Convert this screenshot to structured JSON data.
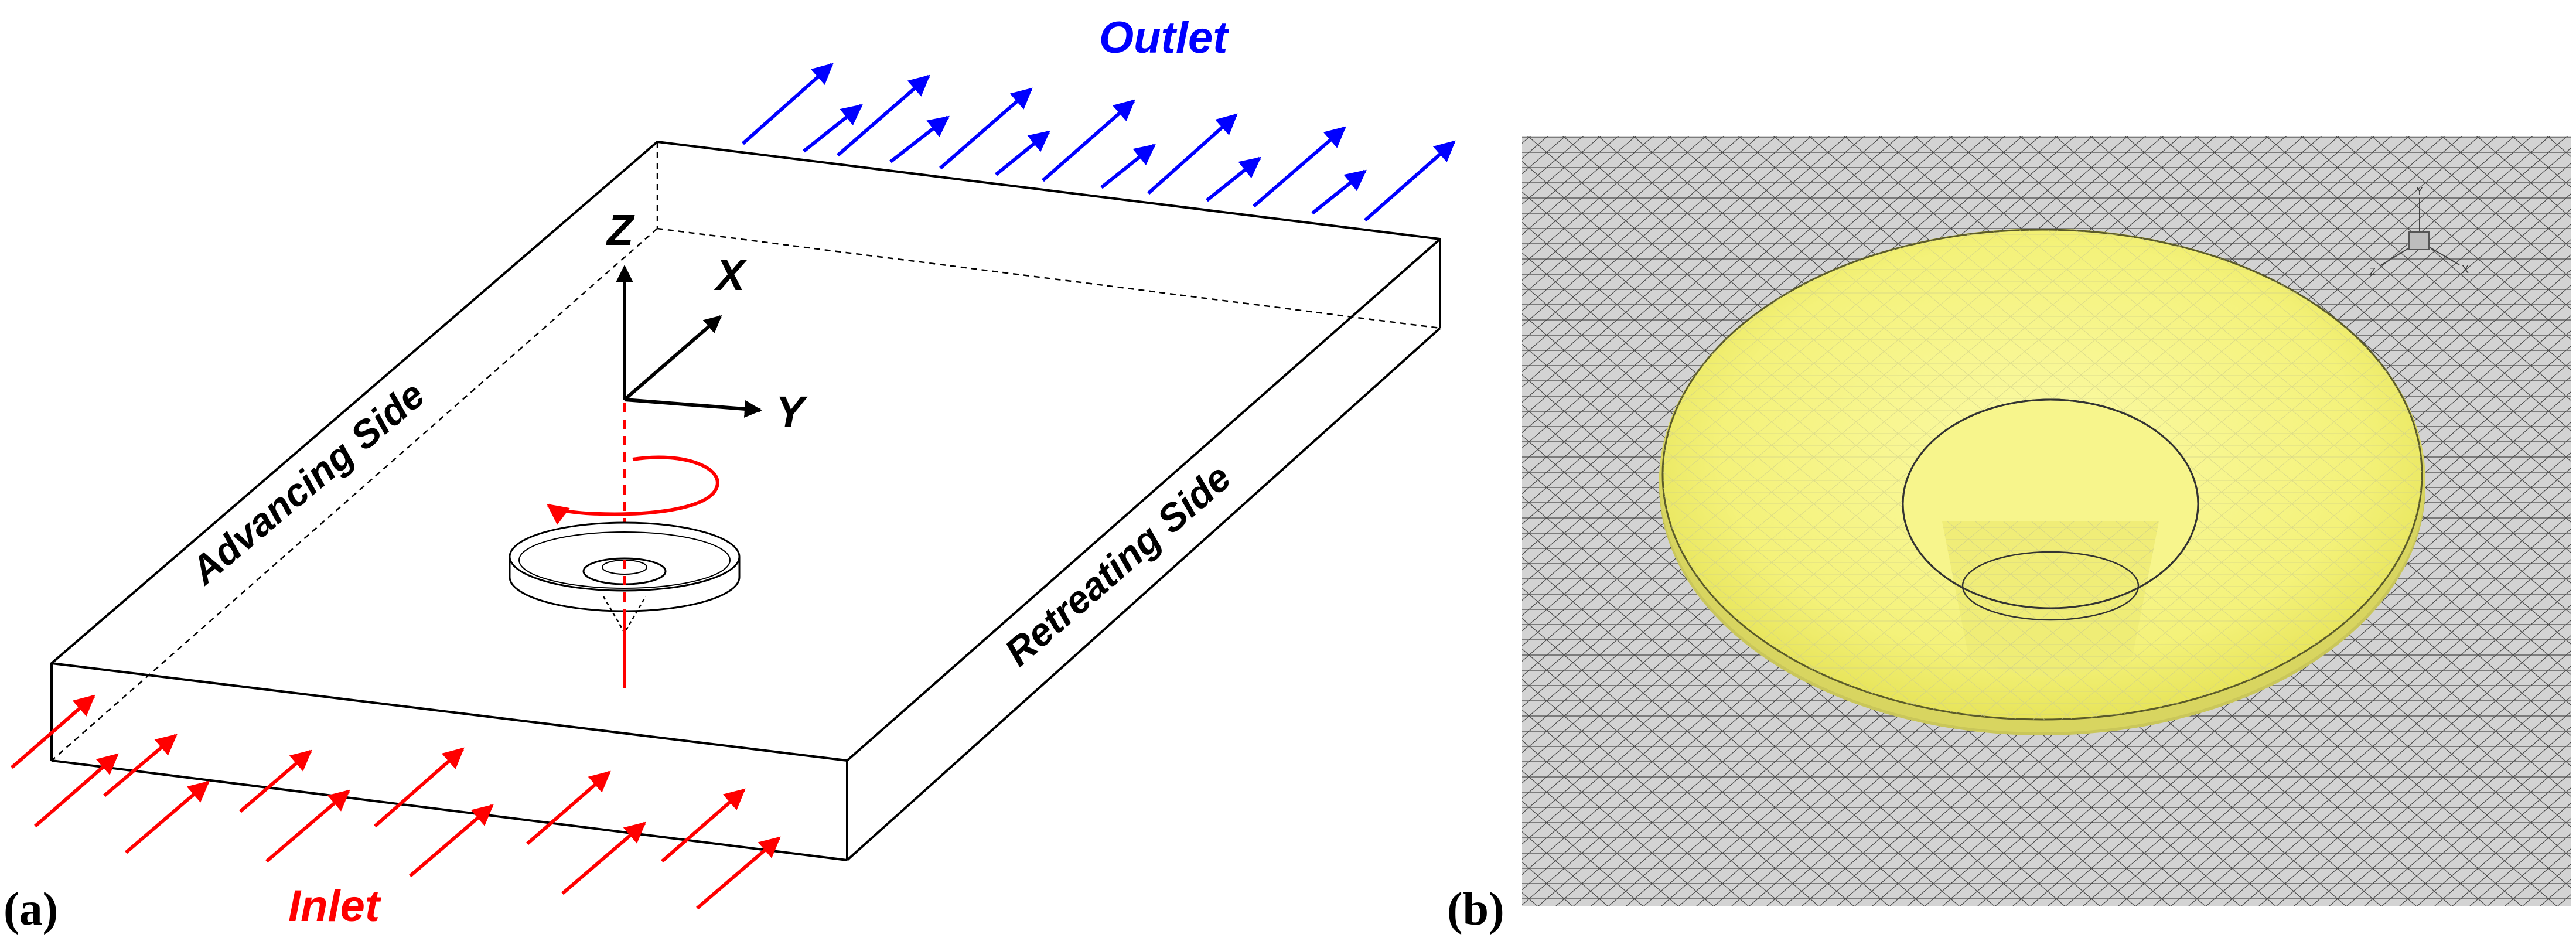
{
  "panel_a": {
    "label": "(a)",
    "outlet_label": "Outlet",
    "inlet_label": "Inlet",
    "advancing_label": "Advancing Side",
    "retreating_label": "Retreating Side",
    "axis_x": "X",
    "axis_y": "Y",
    "axis_z": "Z",
    "colors": {
      "inlet": "#ff0000",
      "outlet": "#0000ff",
      "outline": "#000000",
      "tool_axis": "#ff0000"
    }
  },
  "panel_b": {
    "label": "(b)",
    "triad": {
      "x": "X",
      "y": "Y",
      "z": "Z"
    },
    "colors": {
      "mesh_bg": "#d3d3d3",
      "mesh_line": "#1a1a1a",
      "tool": "#f4f27a"
    }
  }
}
